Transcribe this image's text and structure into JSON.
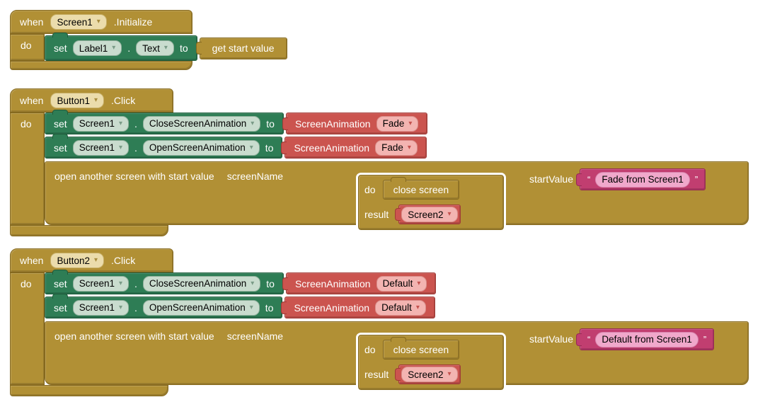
{
  "icons": {
    "dropdown_arrow": "▾"
  },
  "colors": {
    "canvas_background": "#FFFFFF",
    "event_block_gold": "#B19035",
    "setter_block_green": "#2E7D55",
    "helper_block_red": "#CB544F",
    "text_block_magenta": "#C13E70",
    "gold_field": "#EBDCAC",
    "green_field": "#C9DCCE",
    "red_field": "#F3B4B1",
    "magenta_field": "#F0A8CB"
  },
  "blocks": {
    "screen1_initialize": {
      "when_label": "when",
      "component": "Screen1",
      "event_label": ".Initialize",
      "do_label": "do",
      "set_block": {
        "set_label": "set",
        "component": "Label1",
        "dot": ".",
        "property": "Text",
        "to_label": "to"
      },
      "value_block": {
        "label": "get start value"
      }
    },
    "button1_click": {
      "when_label": "when",
      "component": "Button1",
      "event_label": ".Click",
      "do_label": "do",
      "set_close": {
        "set_label": "set",
        "component": "Screen1",
        "dot": ".",
        "property": "CloseScreenAnimation",
        "to_label": "to",
        "value": {
          "label": "ScreenAnimation",
          "option": "Fade"
        }
      },
      "set_open": {
        "set_label": "set",
        "component": "Screen1",
        "dot": ".",
        "property": "OpenScreenAnimation",
        "to_label": "to",
        "value": {
          "label": "ScreenAnimation",
          "option": "Fade"
        }
      },
      "open_screen": {
        "label": "open another screen with start value",
        "screen_name_label": "screenName",
        "do_result": {
          "do_label": "do",
          "do_value": "close screen",
          "result_label": "result",
          "result_value": "Screen2"
        },
        "start_value_label": "startValue",
        "string": {
          "open_quote": "“",
          "text": "Fade from Screen1",
          "close_quote": "”"
        }
      }
    },
    "button2_click": {
      "when_label": "when",
      "component": "Button2",
      "event_label": ".Click",
      "do_label": "do",
      "set_close": {
        "set_label": "set",
        "component": "Screen1",
        "dot": ".",
        "property": "CloseScreenAnimation",
        "to_label": "to",
        "value": {
          "label": "ScreenAnimation",
          "option": "Default"
        }
      },
      "set_open": {
        "set_label": "set",
        "component": "Screen1",
        "dot": ".",
        "property": "OpenScreenAnimation",
        "to_label": "to",
        "value": {
          "label": "ScreenAnimation",
          "option": "Default"
        }
      },
      "open_screen": {
        "label": "open another screen with start value",
        "screen_name_label": "screenName",
        "do_result": {
          "do_label": "do",
          "do_value": "close screen",
          "result_label": "result",
          "result_value": "Screen2"
        },
        "start_value_label": "startValue",
        "string": {
          "open_quote": "“",
          "text": "Default from Screen1",
          "close_quote": "”"
        }
      }
    }
  }
}
